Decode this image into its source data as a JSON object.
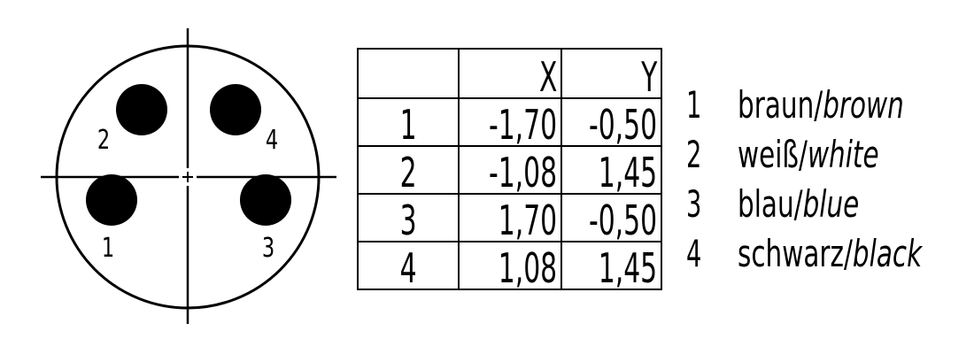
{
  "connector": {
    "pin_labels": [
      "1",
      "2",
      "3",
      "4"
    ]
  },
  "table": {
    "headers": [
      "",
      "X",
      "Y"
    ],
    "rows": [
      [
        "1",
        "-1,70",
        "-0,50"
      ],
      [
        "2",
        "-1,08",
        "1,45"
      ],
      [
        "3",
        "1,70",
        "-0,50"
      ],
      [
        "4",
        "1,08",
        "1,45"
      ]
    ]
  },
  "legend": [
    {
      "num": "1",
      "de": "braun/",
      "en": "brown"
    },
    {
      "num": "2",
      "de": "weiß/",
      "en": "white"
    },
    {
      "num": "3",
      "de": "blau/",
      "en": "blue"
    },
    {
      "num": "4",
      "de": "schwarz/",
      "en": "black"
    }
  ]
}
